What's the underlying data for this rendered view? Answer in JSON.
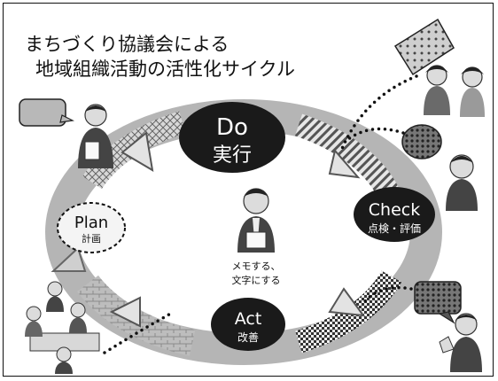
{
  "title": {
    "line1": "まちづくり協議会による",
    "line2": "地域組織活動の活性化サイクル"
  },
  "cycle": {
    "do": {
      "main": "Do",
      "sub": "実行"
    },
    "check": {
      "main": "Check",
      "sub": "点検・評価"
    },
    "act": {
      "main": "Act",
      "sub": "改善"
    },
    "plan": {
      "main": "Plan",
      "sub": "計画"
    }
  },
  "center": {
    "line1": "メモする、",
    "line2": "文字にする"
  },
  "colors": {
    "ring": "#b5b5b5",
    "node": "#1a1a1a",
    "border": "#111111",
    "background": "#ffffff"
  },
  "icons": [
    "person-with-clipboard-icon",
    "speech-bubble-icon",
    "thought-cloud-icon",
    "people-talking-icon",
    "angry-person-icon",
    "thumbs-up-person-icon",
    "meeting-group-icon"
  ]
}
